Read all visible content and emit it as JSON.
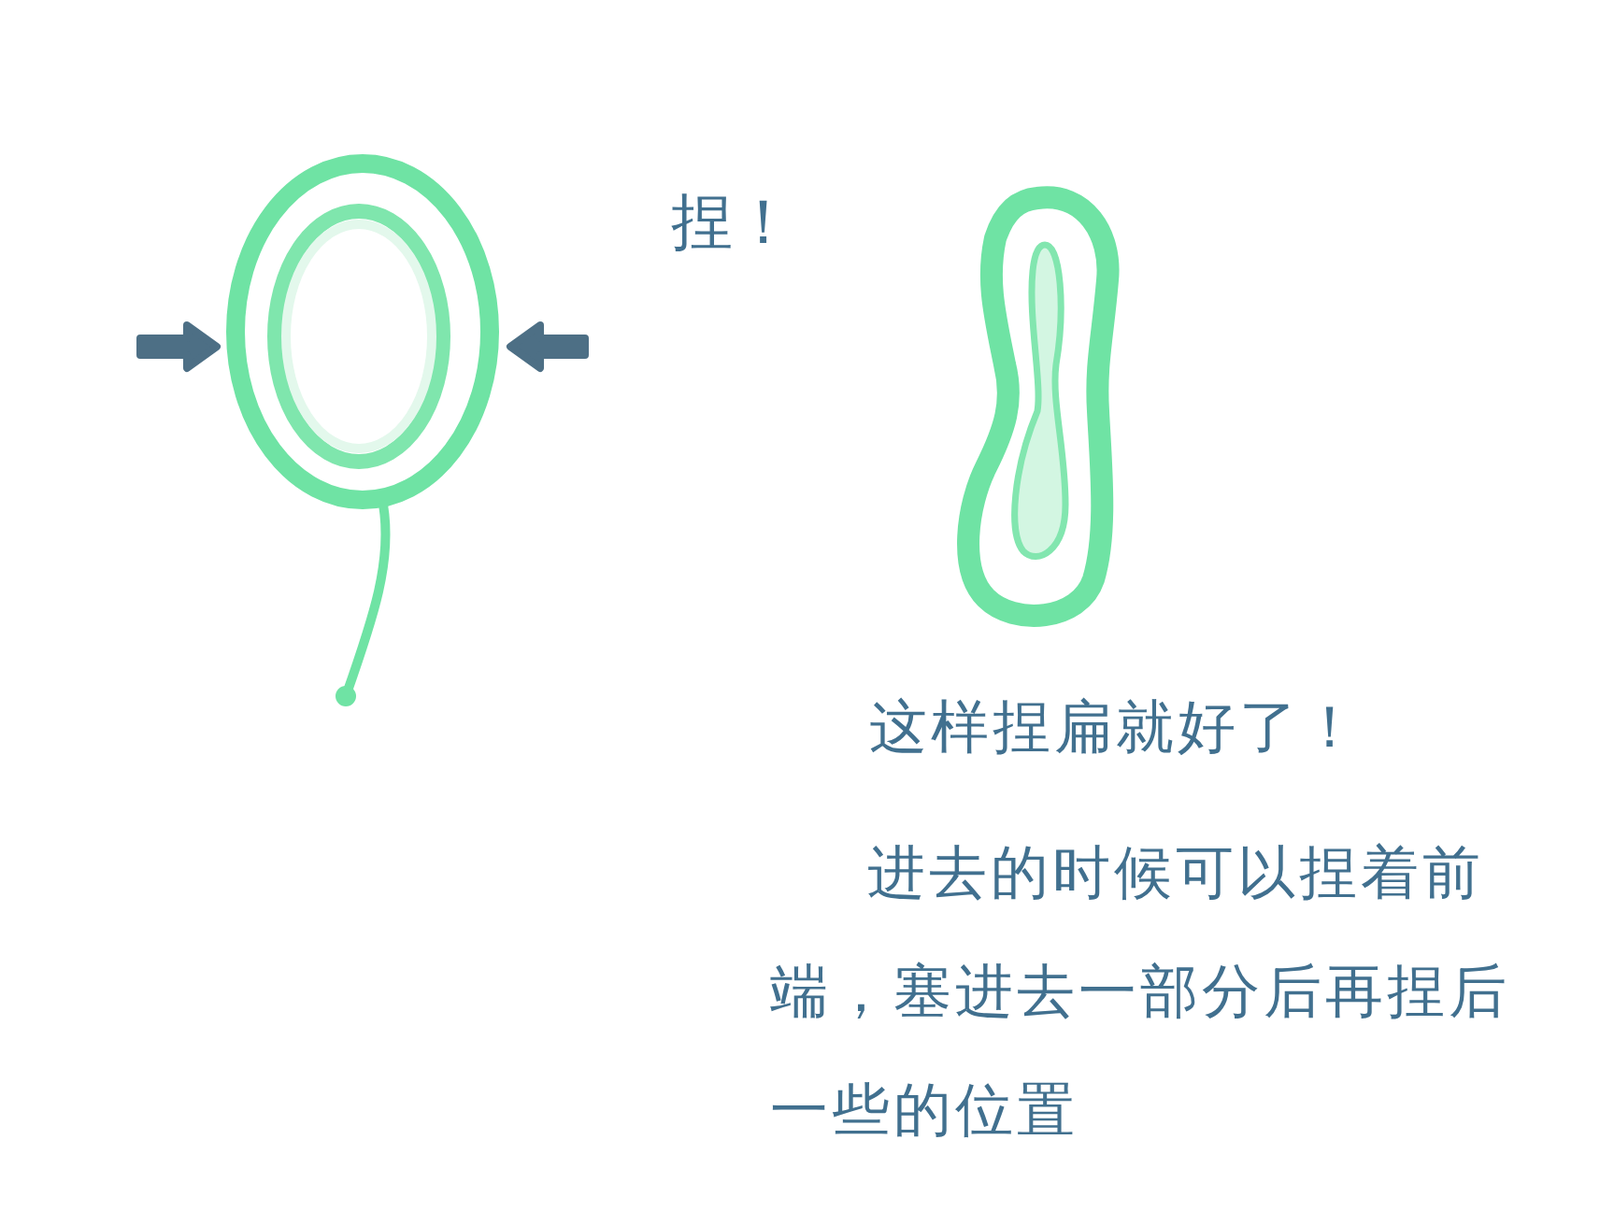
{
  "diagram": {
    "labels": [
      "捏！",
      "这样捏扁就好了！",
      "进去的时候可以捏着前端，塞进去一部分后再捏后一些的位置"
    ]
  }
}
